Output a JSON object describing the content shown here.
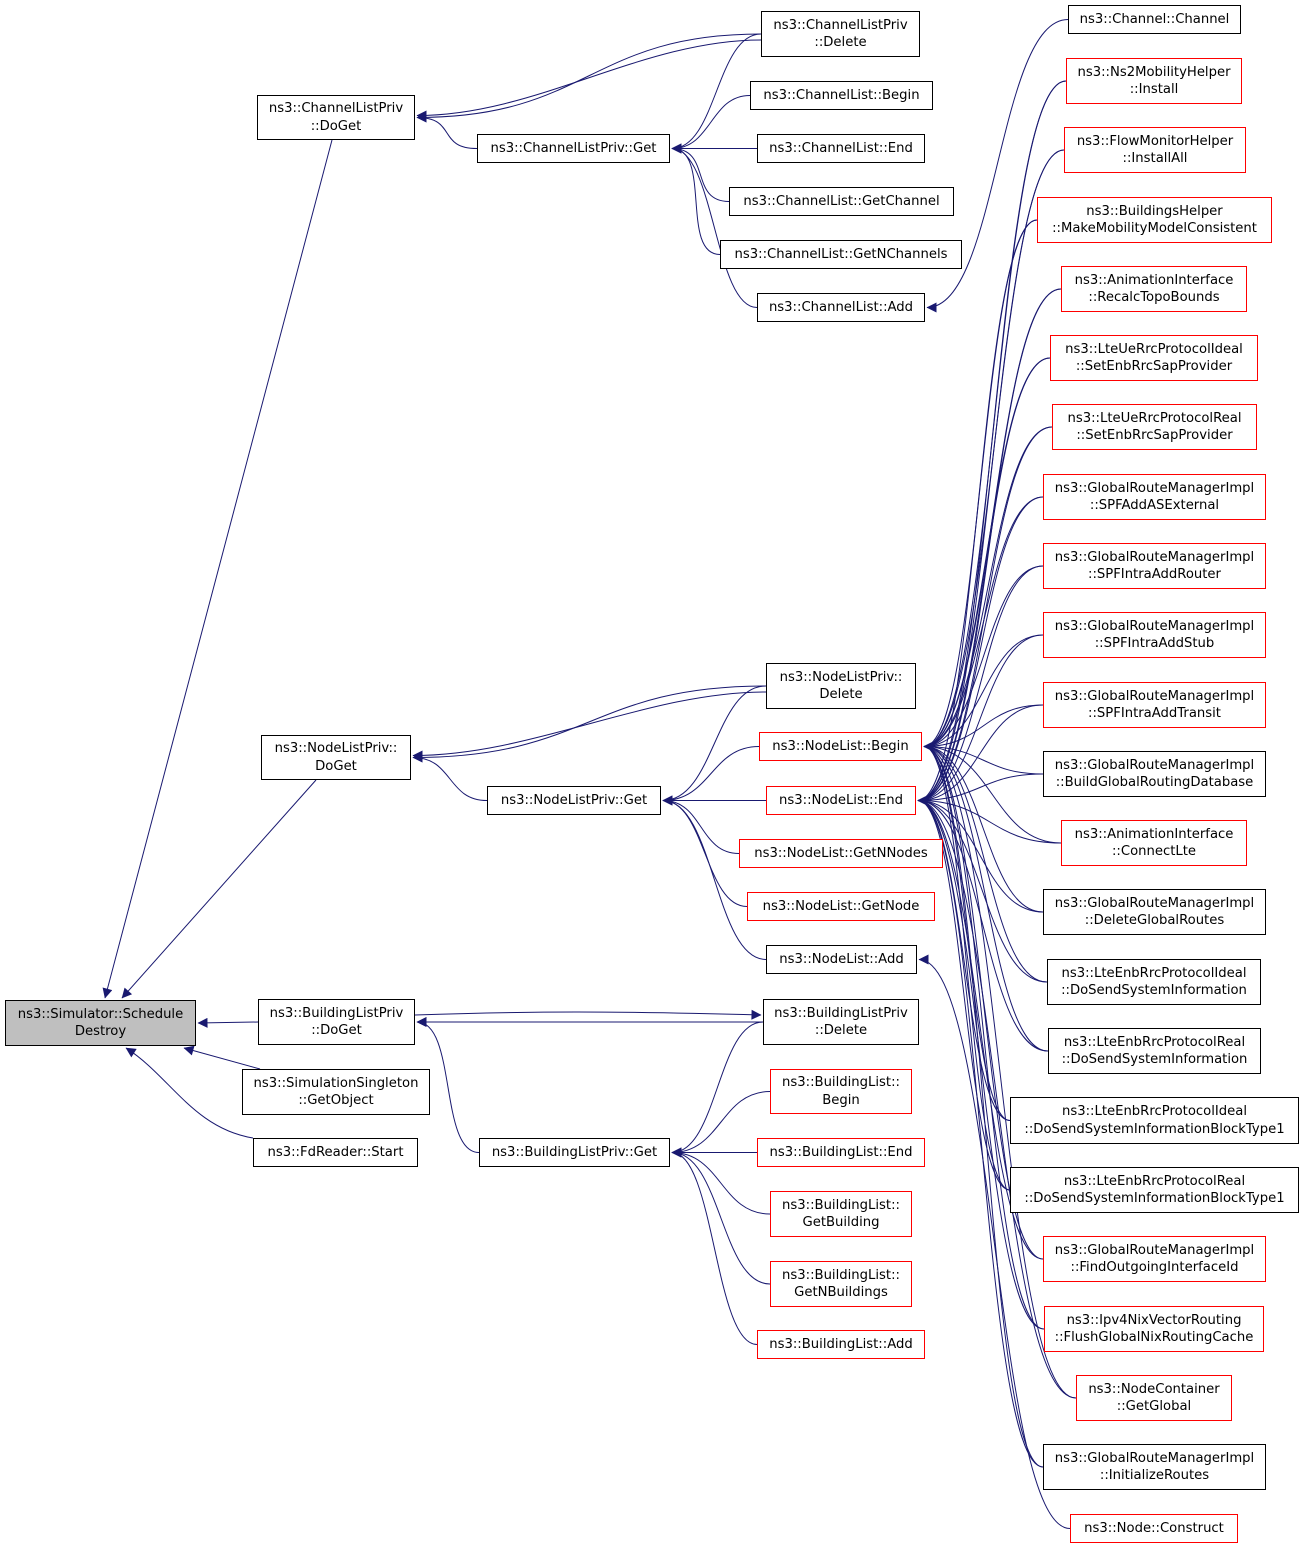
{
  "colors": {
    "edge": "#191970",
    "node_border": "#000000",
    "node_border_incomplete": "#ff0000",
    "root_fill": "#bfbfbf",
    "node_fill": "#ffffff"
  },
  "nodes": [
    {
      "id": "root",
      "lines": [
        "ns3::Simulator::Schedule",
        "Destroy"
      ],
      "style": "root"
    },
    {
      "id": "chlp_doget",
      "lines": [
        "ns3::ChannelListPriv",
        "::DoGet"
      ],
      "style": "black"
    },
    {
      "id": "nlp_doget",
      "lines": [
        "ns3::NodeListPriv::",
        "DoGet"
      ],
      "style": "black"
    },
    {
      "id": "blp_doget",
      "lines": [
        "ns3::BuildingListPriv",
        "::DoGet"
      ],
      "style": "black"
    },
    {
      "id": "simsing",
      "lines": [
        "ns3::SimulationSingleton",
        "::GetObject"
      ],
      "style": "black"
    },
    {
      "id": "fdreader",
      "lines": [
        "ns3::FdReader::Start"
      ],
      "style": "black"
    },
    {
      "id": "chlp_get",
      "lines": [
        "ns3::ChannelListPriv::Get"
      ],
      "style": "black"
    },
    {
      "id": "nlp_get",
      "lines": [
        "ns3::NodeListPriv::Get"
      ],
      "style": "black"
    },
    {
      "id": "blp_get",
      "lines": [
        "ns3::BuildingListPriv::Get"
      ],
      "style": "black"
    },
    {
      "id": "chlp_delete",
      "lines": [
        "ns3::ChannelListPriv",
        "::Delete"
      ],
      "style": "black"
    },
    {
      "id": "cl_begin",
      "lines": [
        "ns3::ChannelList::Begin"
      ],
      "style": "black"
    },
    {
      "id": "cl_end",
      "lines": [
        "ns3::ChannelList::End"
      ],
      "style": "black"
    },
    {
      "id": "cl_getchannel",
      "lines": [
        "ns3::ChannelList::GetChannel"
      ],
      "style": "black"
    },
    {
      "id": "cl_getn",
      "lines": [
        "ns3::ChannelList::GetNChannels"
      ],
      "style": "black"
    },
    {
      "id": "cl_add",
      "lines": [
        "ns3::ChannelList::Add"
      ],
      "style": "black"
    },
    {
      "id": "nlp_delete",
      "lines": [
        "ns3::NodeListPriv::",
        "Delete"
      ],
      "style": "black"
    },
    {
      "id": "nl_begin",
      "lines": [
        "ns3::NodeList::Begin"
      ],
      "style": "red"
    },
    {
      "id": "nl_end",
      "lines": [
        "ns3::NodeList::End"
      ],
      "style": "red"
    },
    {
      "id": "nl_getn",
      "lines": [
        "ns3::NodeList::GetNNodes"
      ],
      "style": "red"
    },
    {
      "id": "nl_getnode",
      "lines": [
        "ns3::NodeList::GetNode"
      ],
      "style": "red"
    },
    {
      "id": "nl_add",
      "lines": [
        "ns3::NodeList::Add"
      ],
      "style": "black"
    },
    {
      "id": "blp_delete",
      "lines": [
        "ns3::BuildingListPriv",
        "::Delete"
      ],
      "style": "black"
    },
    {
      "id": "bl_begin",
      "lines": [
        "ns3::BuildingList::",
        "Begin"
      ],
      "style": "red"
    },
    {
      "id": "bl_end",
      "lines": [
        "ns3::BuildingList::End"
      ],
      "style": "red"
    },
    {
      "id": "bl_getbuilding",
      "lines": [
        "ns3::BuildingList::",
        "GetBuilding"
      ],
      "style": "red"
    },
    {
      "id": "bl_getn",
      "lines": [
        "ns3::BuildingList::",
        "GetNBuildings"
      ],
      "style": "red"
    },
    {
      "id": "bl_add",
      "lines": [
        "ns3::BuildingList::Add"
      ],
      "style": "red"
    },
    {
      "id": "ch_channel",
      "lines": [
        "ns3::Channel::Channel"
      ],
      "style": "black"
    },
    {
      "id": "ns2mob",
      "lines": [
        "ns3::Ns2MobilityHelper",
        "::Install"
      ],
      "style": "red"
    },
    {
      "id": "flowmon",
      "lines": [
        "ns3::FlowMonitorHelper",
        "::InstallAll"
      ],
      "style": "red"
    },
    {
      "id": "bldhelper",
      "lines": [
        "ns3::BuildingsHelper",
        "::MakeMobilityModelConsistent"
      ],
      "style": "red"
    },
    {
      "id": "anim_recalc",
      "lines": [
        "ns3::AnimationInterface",
        "::RecalcTopoBounds"
      ],
      "style": "red"
    },
    {
      "id": "lteue_ideal",
      "lines": [
        "ns3::LteUeRrcProtocolIdeal",
        "::SetEnbRrcSapProvider"
      ],
      "style": "red"
    },
    {
      "id": "lteue_real",
      "lines": [
        "ns3::LteUeRrcProtocolReal",
        "::SetEnbRrcSapProvider"
      ],
      "style": "red"
    },
    {
      "id": "grm_asext",
      "lines": [
        "ns3::GlobalRouteManagerImpl",
        "::SPFAddASExternal"
      ],
      "style": "red"
    },
    {
      "id": "grm_router",
      "lines": [
        "ns3::GlobalRouteManagerImpl",
        "::SPFIntraAddRouter"
      ],
      "style": "red"
    },
    {
      "id": "grm_stub",
      "lines": [
        "ns3::GlobalRouteManagerImpl",
        "::SPFIntraAddStub"
      ],
      "style": "red"
    },
    {
      "id": "grm_transit",
      "lines": [
        "ns3::GlobalRouteManagerImpl",
        "::SPFIntraAddTransit"
      ],
      "style": "red"
    },
    {
      "id": "grm_builddb",
      "lines": [
        "ns3::GlobalRouteManagerImpl",
        "::BuildGlobalRoutingDatabase"
      ],
      "style": "black"
    },
    {
      "id": "anim_lte",
      "lines": [
        "ns3::AnimationInterface",
        "::ConnectLte"
      ],
      "style": "red"
    },
    {
      "id": "grm_delete",
      "lines": [
        "ns3::GlobalRouteManagerImpl",
        "::DeleteGlobalRoutes"
      ],
      "style": "black"
    },
    {
      "id": "lteenb_ideal",
      "lines": [
        "ns3::LteEnbRrcProtocolIdeal",
        "::DoSendSystemInformation"
      ],
      "style": "black"
    },
    {
      "id": "lteenb_real",
      "lines": [
        "ns3::LteEnbRrcProtocolReal",
        "::DoSendSystemInformation"
      ],
      "style": "black"
    },
    {
      "id": "lteenb_ideal_b1",
      "lines": [
        "ns3::LteEnbRrcProtocolIdeal",
        "::DoSendSystemInformationBlockType1"
      ],
      "style": "black"
    },
    {
      "id": "lteenb_real_b1",
      "lines": [
        "ns3::LteEnbRrcProtocolReal",
        "::DoSendSystemInformationBlockType1"
      ],
      "style": "black"
    },
    {
      "id": "grm_findout",
      "lines": [
        "ns3::GlobalRouteManagerImpl",
        "::FindOutgoingInterfaceId"
      ],
      "style": "red"
    },
    {
      "id": "ipv4nix",
      "lines": [
        "ns3::Ipv4NixVectorRouting",
        "::FlushGlobalNixRoutingCache"
      ],
      "style": "red"
    },
    {
      "id": "nodecont",
      "lines": [
        "ns3::NodeContainer",
        "::GetGlobal"
      ],
      "style": "red"
    },
    {
      "id": "grm_init",
      "lines": [
        "ns3::GlobalRouteManagerImpl",
        "::InitializeRoutes"
      ],
      "style": "black"
    },
    {
      "id": "node_construct",
      "lines": [
        "ns3::Node::Construct"
      ],
      "style": "red"
    }
  ]
}
